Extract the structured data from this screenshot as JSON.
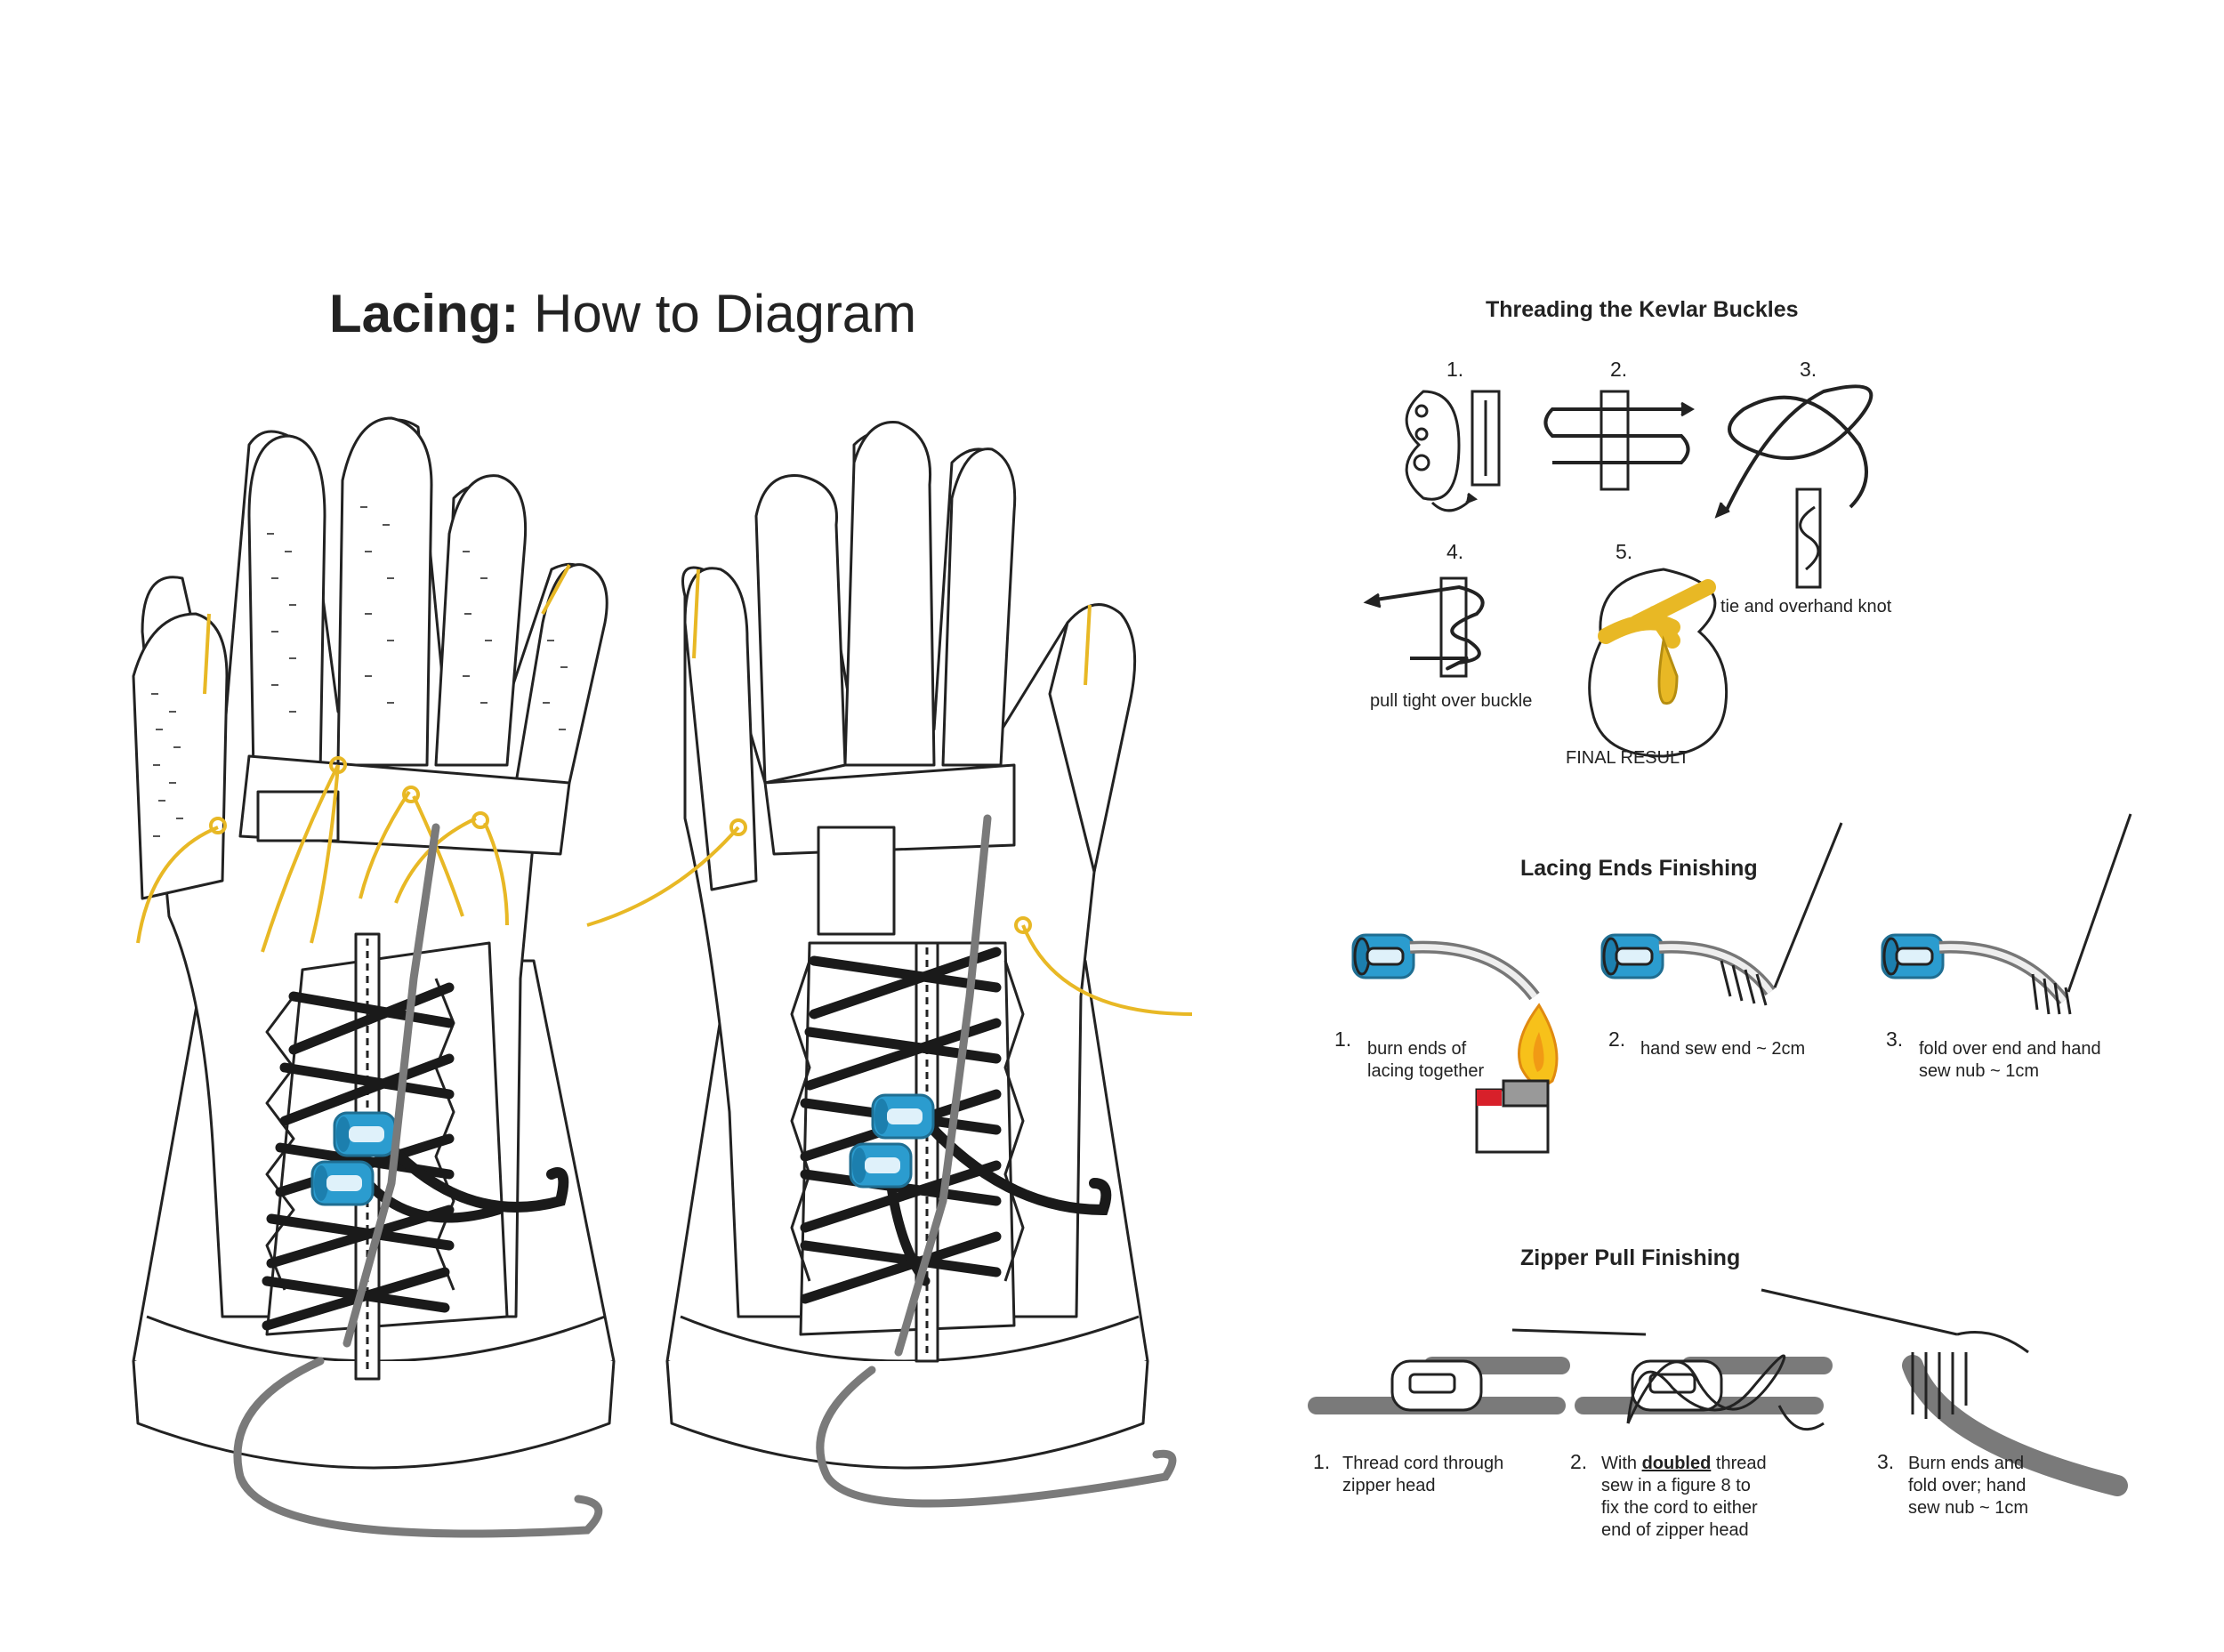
{
  "title": {
    "bold": "Lacing:",
    "rest": " How to Diagram"
  },
  "kevlar": {
    "heading": "Threading the Kevlar Buckles",
    "steps": [
      "1.",
      "2.",
      "3.",
      "4.",
      "5."
    ],
    "captions": {
      "tie": "tie and overhand knot",
      "pull": "pull tight over buckle",
      "final": "FINAL RESULT"
    }
  },
  "lacing_ends": {
    "heading": "Lacing Ends Finishing",
    "steps": [
      {
        "num": "1.",
        "line1": "burn ends of",
        "line2": "lacing together"
      },
      {
        "num": "2.",
        "line1": "hand sew end ~ 2cm"
      },
      {
        "num": "3.",
        "line1": "fold over end and hand",
        "line2": "sew nub ~ 1cm"
      }
    ]
  },
  "zipper_pull": {
    "heading": "Zipper Pull Finishing",
    "step1": {
      "num": "1.",
      "line1": "Thread cord through",
      "line2": "zipper head"
    },
    "step2": {
      "num": "2.",
      "pre": "With ",
      "bold": "doubled",
      "post": " thread",
      "line2": "sew in a figure 8 to",
      "line3": "fix the cord to either",
      "line4": "end of zipper head"
    },
    "step3": {
      "num": "3.",
      "line1": "Burn ends and",
      "line2": "fold over; hand",
      "line3": "sew nub ~ 1cm"
    }
  },
  "colors": {
    "outline": "#222222",
    "lace": "#1a1a1a",
    "zipper_cord": "#7a7a7a",
    "cord_lock": "#2b9ccf",
    "kevlar_thread": "#e8b825",
    "flame": "#f7c11a",
    "lighter_red": "#d8202a"
  }
}
